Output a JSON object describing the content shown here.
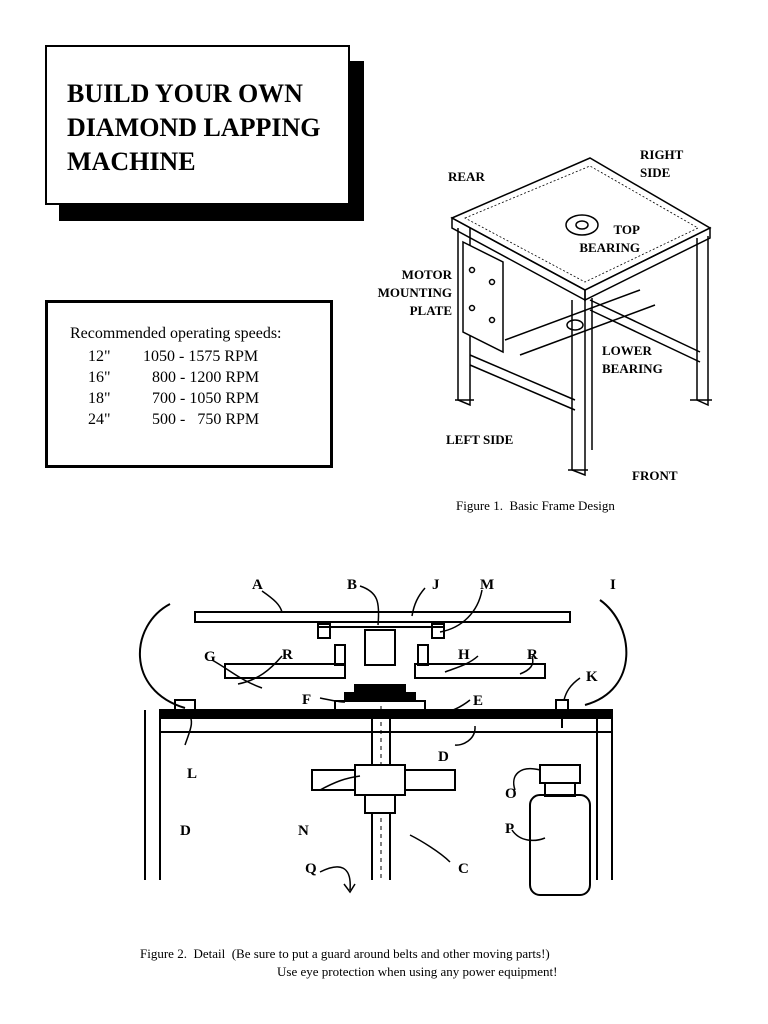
{
  "title": {
    "line1": "BUILD YOUR OWN",
    "line2": "DIAMOND LAPPING",
    "line3": "MACHINE"
  },
  "speeds": {
    "heading": "Recommended operating speeds:",
    "rows": [
      {
        "size": "12\"",
        "range": "1050 - 1575 RPM"
      },
      {
        "size": "16\"",
        "range": "800 - 1200 RPM"
      },
      {
        "size": "18\"",
        "range": "700 - 1050 RPM"
      },
      {
        "size": "24\"",
        "range": "500 -   750 RPM"
      }
    ]
  },
  "figure1": {
    "labels": {
      "rear": "REAR",
      "right_side": "RIGHT\nSIDE",
      "top_bearing": "TOP\nBEARING",
      "motor_plate": "MOTOR\nMOUNTING\nPLATE",
      "lower_bearing": "LOWER\nBEARING",
      "left_side": "LEFT SIDE",
      "front": "FRONT"
    },
    "caption": "Figure 1.  Basic Frame Design"
  },
  "figure2": {
    "labels": {
      "A": "A",
      "B": "B",
      "J": "J",
      "M": "M",
      "I": "I",
      "G": "G",
      "R1": "R",
      "H": "H",
      "R2": "R",
      "K": "K",
      "F": "F",
      "E": "E",
      "L": "L",
      "D1": "D",
      "O": "O",
      "D2": "D",
      "N": "N",
      "P": "P",
      "Q": "Q",
      "C": "C"
    },
    "caption_line1": "Figure 2.  Detail  (Be sure to put a guard around belts and other moving parts!)",
    "caption_line2": "Use eye protection when using any power equipment!"
  }
}
